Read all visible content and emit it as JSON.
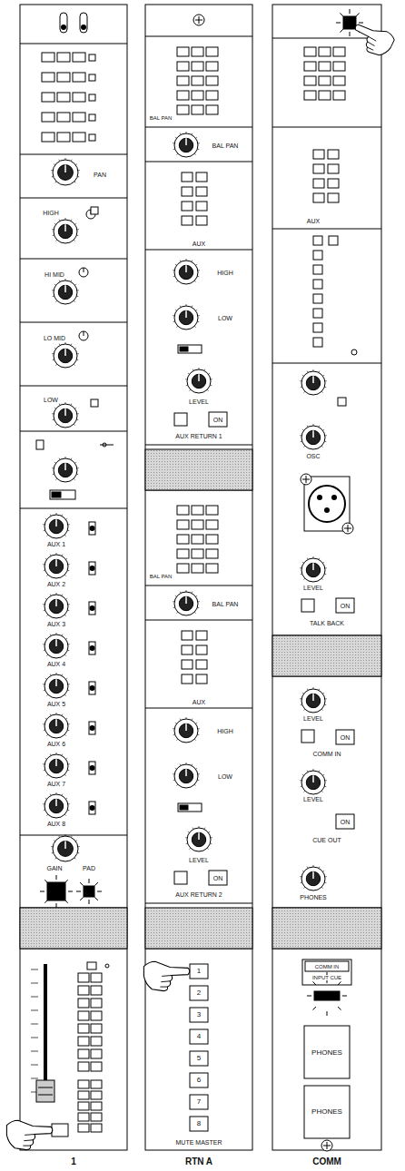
{
  "diagram": {
    "labels": [
      "PAN",
      "HIGH",
      "HI MID",
      "LO MID",
      "LOW",
      "AUX 1",
      "AUX 2",
      "AUX 3",
      "AUX 4",
      "AUX 5",
      "AUX 6",
      "AUX 7",
      "AUX 8",
      "GAIN",
      "PAD",
      "1",
      "BAL PAN",
      "BAL PAN",
      "AUX",
      "HIGH",
      "LOW",
      "LEVEL",
      "ON",
      "AUX RETURN 1",
      "BAL PAN",
      "BAL PAN",
      "AUX",
      "HIGH",
      "LOW",
      "LEVEL",
      "ON",
      "AUX RETURN 2",
      "1",
      "2",
      "3",
      "4",
      "5",
      "6",
      "7",
      "8",
      "MUTE MASTER",
      "RTN A",
      "AUX",
      "OSC",
      "LEVEL",
      "ON",
      "TALK BACK",
      "LEVEL",
      "ON",
      "COMM IN",
      "LEVEL",
      "ON",
      "CUE OUT",
      "PHONES",
      "COMM IN",
      "INPUT CUE",
      "PHONES",
      "PHONES",
      "COMM"
    ]
  }
}
